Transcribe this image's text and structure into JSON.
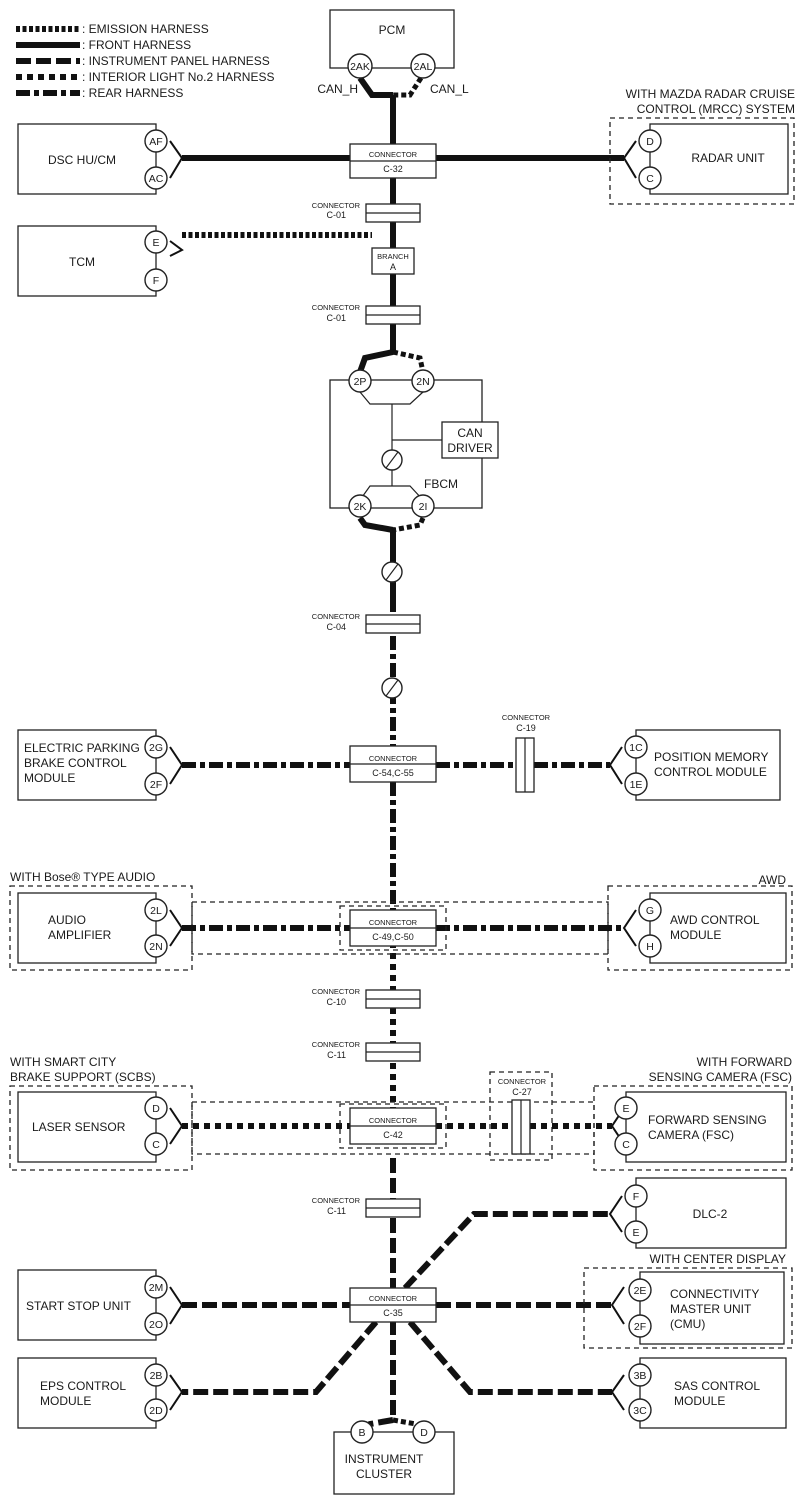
{
  "legend": [
    {
      "style": "emission",
      "label": ": EMISSION HARNESS"
    },
    {
      "style": "front",
      "label": ": FRONT HARNESS"
    },
    {
      "style": "instrument",
      "label": ": INSTRUMENT PANEL HARNESS"
    },
    {
      "style": "interior",
      "label": ": INTERIOR LIGHT No.2 HARNESS"
    },
    {
      "style": "rear",
      "label": ": REAR HARNESS"
    }
  ],
  "nodes": {
    "pcm": {
      "label": "PCM",
      "pins": [
        "2AK",
        "2AL"
      ],
      "signals": [
        "CAN_H",
        "CAN_L"
      ]
    },
    "dsc": {
      "label": "DSC HU/CM",
      "pins": [
        "AF",
        "AC"
      ]
    },
    "radar": {
      "label": "RADAR UNIT",
      "pins": [
        "D",
        "C"
      ],
      "condition_lines": [
        "WITH MAZDA RADAR CRUISE",
        "CONTROL (MRCC) SYSTEM"
      ]
    },
    "tcm": {
      "label": "TCM",
      "pins": [
        "E",
        "F"
      ]
    },
    "fbcm": {
      "label": "FBCM",
      "pins_top": [
        "2P",
        "2N"
      ],
      "pins_bottom": [
        "2K",
        "2I"
      ],
      "can_driver": [
        "CAN",
        "DRIVER"
      ]
    },
    "epb": {
      "label_lines": [
        "ELECTRIC PARKING",
        "BRAKE CONTROL",
        "MODULE"
      ],
      "pins": [
        "2G",
        "2F"
      ]
    },
    "position_memory": {
      "label_lines": [
        "POSITION MEMORY",
        "CONTROL MODULE"
      ],
      "pins": [
        "1C",
        "1E"
      ]
    },
    "audio_amp": {
      "label_lines": [
        "AUDIO",
        "AMPLIFIER"
      ],
      "pins": [
        "2L",
        "2N"
      ],
      "condition": "WITH Bose® TYPE AUDIO"
    },
    "awd": {
      "label_lines": [
        "AWD CONTROL",
        "MODULE"
      ],
      "pins": [
        "G",
        "H"
      ],
      "condition": "AWD"
    },
    "laser": {
      "label": "LASER SENSOR",
      "pins": [
        "D",
        "C"
      ],
      "condition_lines": [
        "WITH SMART CITY",
        "BRAKE SUPPORT (SCBS)"
      ]
    },
    "fsc": {
      "label_lines": [
        "FORWARD SENSING",
        "CAMERA (FSC)"
      ],
      "pins": [
        "E",
        "C"
      ],
      "condition_lines": [
        "WITH FORWARD",
        "SENSING CAMERA (FSC)"
      ]
    },
    "dlc2": {
      "label": "DLC-2",
      "pins": [
        "F",
        "E"
      ]
    },
    "start_stop": {
      "label": "START STOP UNIT",
      "pins": [
        "2M",
        "2O"
      ]
    },
    "cmu": {
      "label_lines": [
        "CONNECTIVITY",
        "MASTER UNIT",
        "(CMU)"
      ],
      "pins": [
        "2E",
        "2F"
      ],
      "condition": "WITH CENTER DISPLAY"
    },
    "eps": {
      "label_lines": [
        "EPS CONTROL",
        "MODULE"
      ],
      "pins": [
        "2B",
        "2D"
      ]
    },
    "sas": {
      "label_lines": [
        "SAS CONTROL",
        "MODULE"
      ],
      "pins": [
        "3B",
        "3C"
      ]
    },
    "cluster": {
      "label_lines": [
        "INSTRUMENT",
        "CLUSTER"
      ],
      "pins": [
        "B",
        "D"
      ]
    }
  },
  "connectors": {
    "word": "CONNECTOR",
    "c32": "C-32",
    "c01a": "C-01",
    "c01b": "C-01",
    "branch": [
      "BRANCH",
      "A"
    ],
    "c04": "C-04",
    "c5455": "C-54,C-55",
    "c19": "C-19",
    "c4950": "C-49,C-50",
    "c10": "C-10",
    "c11a": "C-11",
    "c42": "C-42",
    "c27": "C-27",
    "c11b": "C-11",
    "c35": "C-35"
  }
}
